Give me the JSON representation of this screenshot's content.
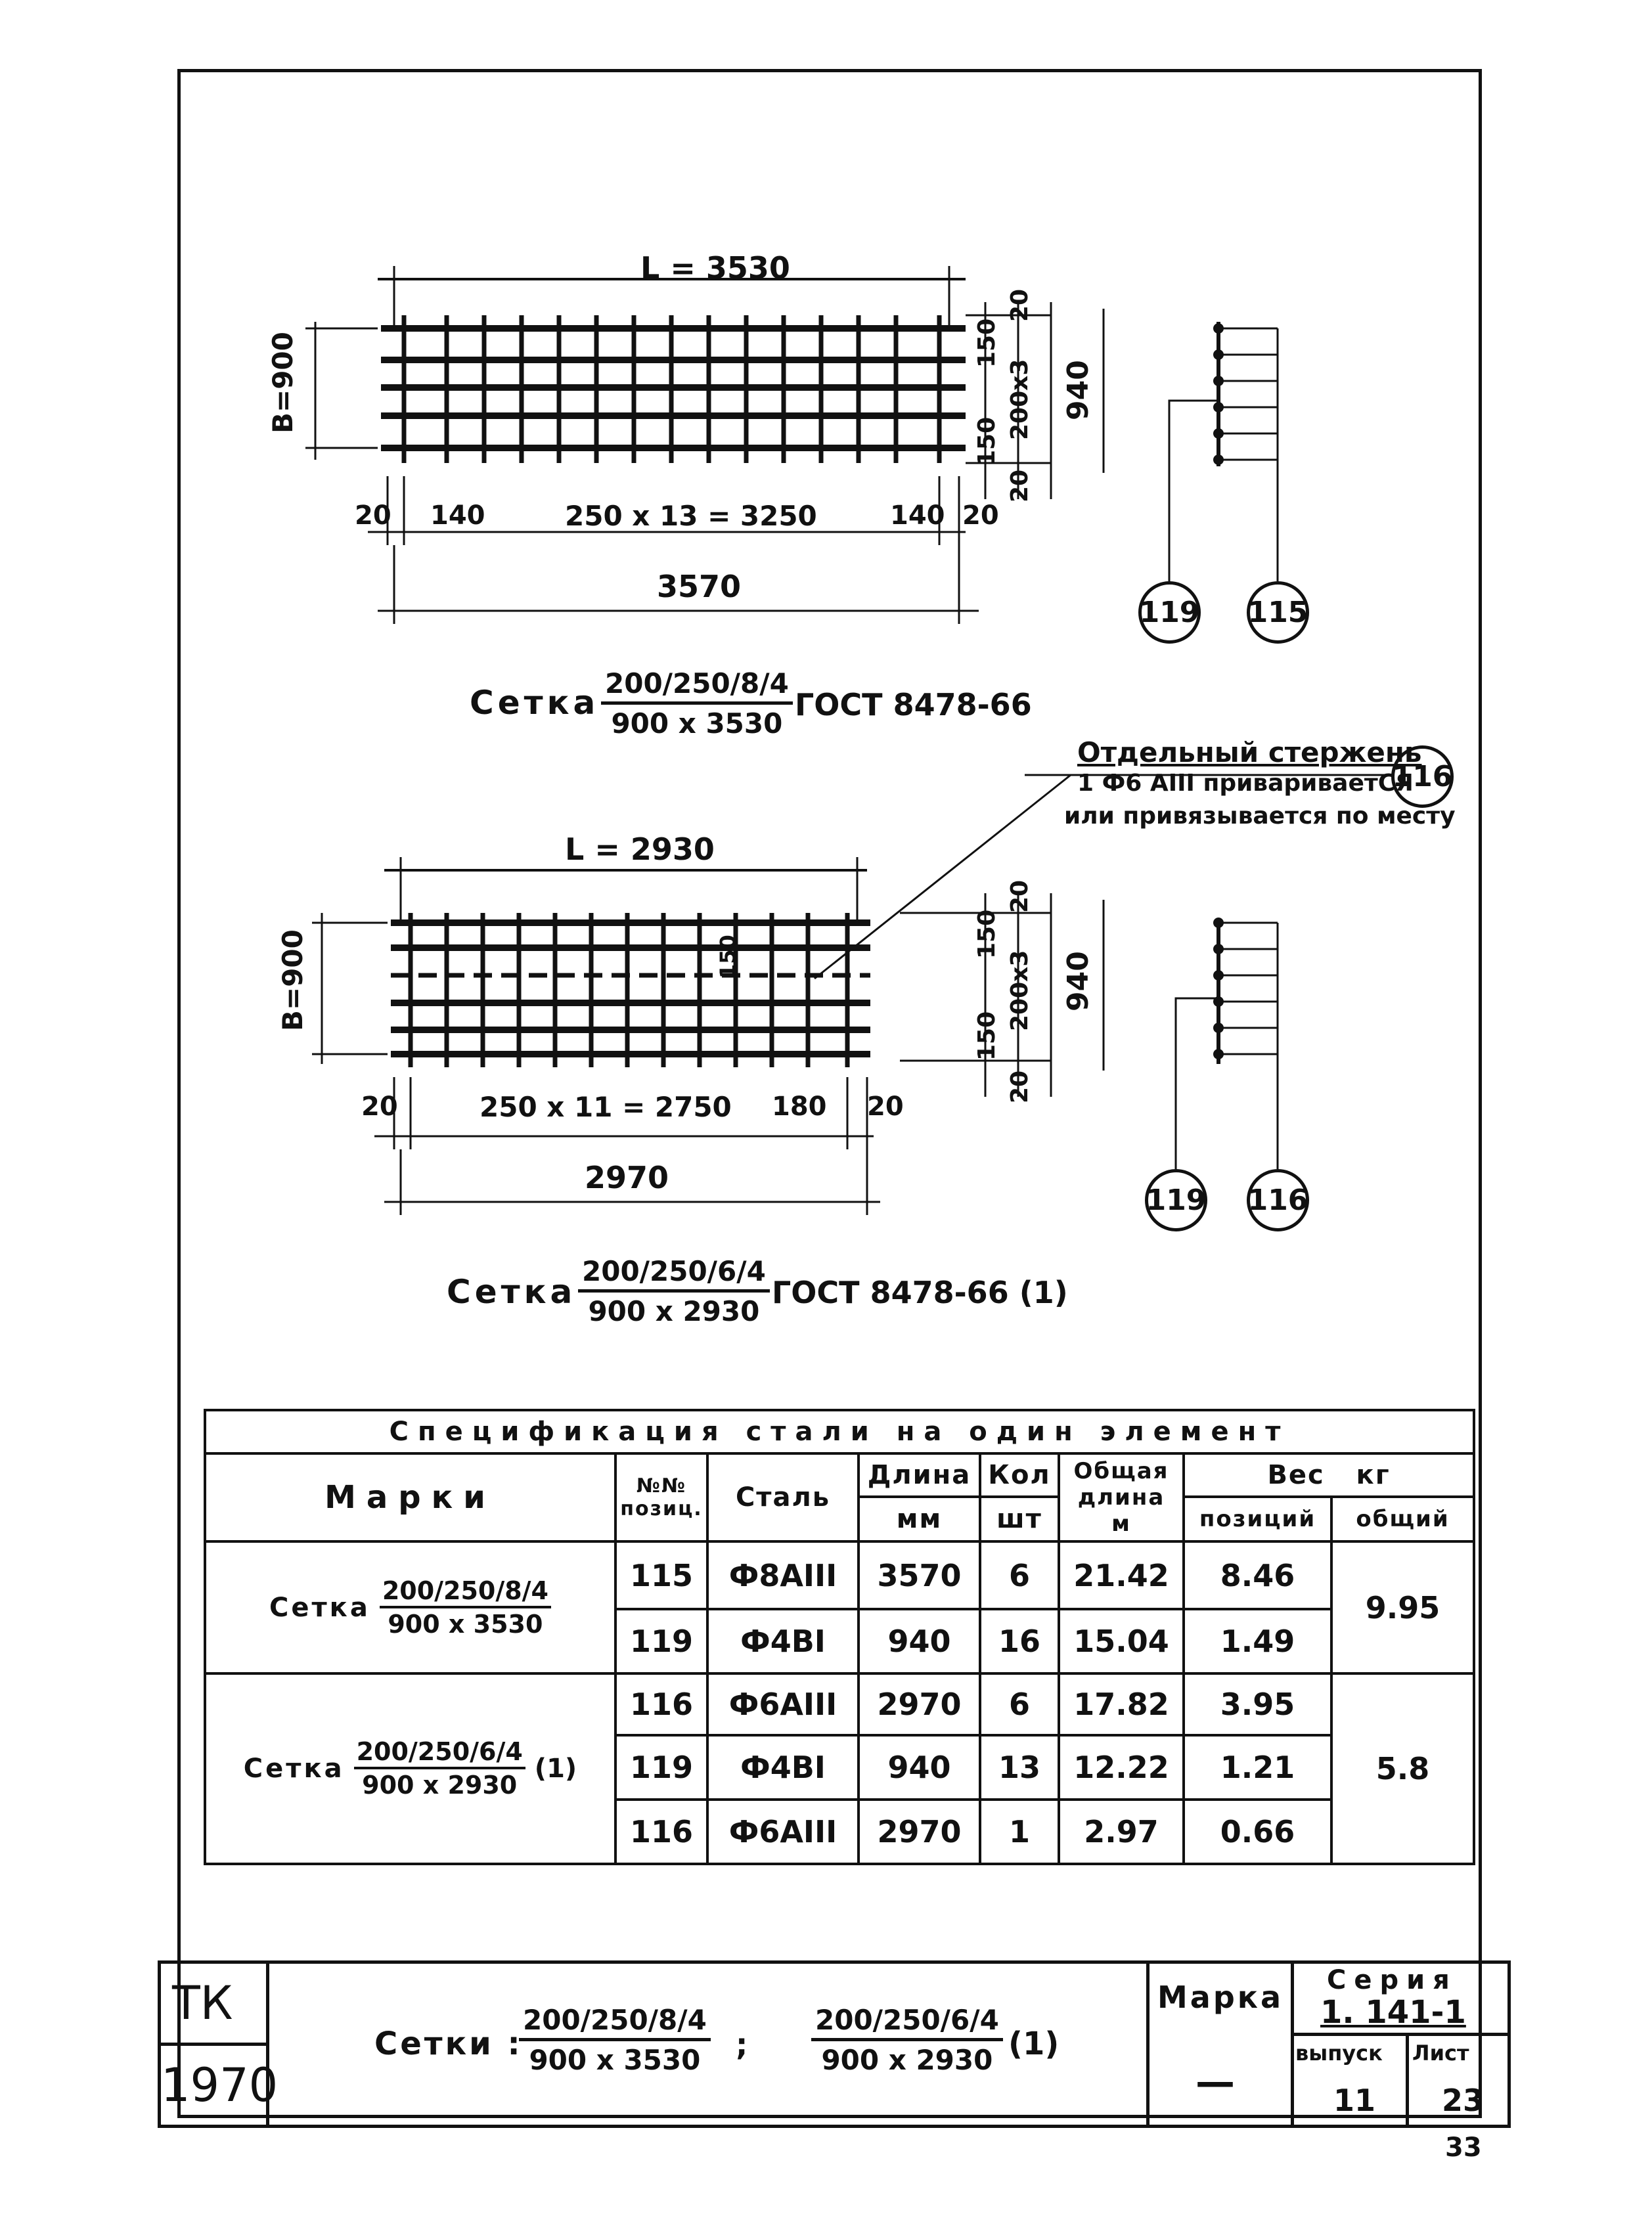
{
  "drawing1": {
    "length_label": "L = 3530",
    "width_label": "В=900",
    "right_dims": [
      "20",
      "150",
      "200х3",
      "150",
      "20"
    ],
    "total_height": "940",
    "bottom_dims": [
      "20",
      "140",
      "250 х 13 = 3250",
      "140",
      "20"
    ],
    "total_length": "3570",
    "positions": [
      "119",
      "115"
    ],
    "caption_prefix": "Сетка",
    "caption_num": "200/250/8/4",
    "caption_den": "900 х 3530",
    "caption_suffix": "ГОСТ 8478-66"
  },
  "note": {
    "line1": "Отдельный стержень",
    "line2": "1 Ф6 АIII привариваетСЯ",
    "line3": "или привязывается по месту",
    "position": "116"
  },
  "drawing2": {
    "length_label": "L = 2930",
    "width_label": "В=900",
    "inner_dim": "150",
    "right_dims": [
      "20",
      "150",
      "200х3",
      "150",
      "20"
    ],
    "total_height": "940",
    "bottom_dims": [
      "20",
      "250 х 11 = 2750",
      "180",
      "20"
    ],
    "total_length": "2970",
    "positions": [
      "119",
      "116"
    ],
    "caption_prefix": "Сетка",
    "caption_num": "200/250/6/4",
    "caption_den": "900 х 2930",
    "caption_suffix": "ГОСТ 8478-66 (1)"
  },
  "spec": {
    "title": "Спецификация стали на один элемент",
    "headers": {
      "mark": "Марки",
      "pos": "№№ позиц.",
      "steel": "Сталь",
      "length": "Длина",
      "length_unit": "мм",
      "qty": "Кол",
      "qty_unit": "шт",
      "total_length": "Общая длина",
      "total_length_unit": "м",
      "weight": "Вес   кг",
      "weight_pos": "позиций",
      "weight_total": "общий"
    },
    "groups": [
      {
        "mark_prefix": "Сетка",
        "mark_num": "200/250/8/4",
        "mark_den": "900 х 3530",
        "mark_suffix": "",
        "total": "9.95",
        "rows": [
          {
            "pos": "115",
            "steel": "Ф8АIII",
            "length": "3570",
            "qty": "6",
            "total_length": "21.42",
            "weight": "8.46"
          },
          {
            "pos": "119",
            "steel": "Ф4ВI",
            "length": "940",
            "qty": "16",
            "total_length": "15.04",
            "weight": "1.49"
          }
        ]
      },
      {
        "mark_prefix": "Сетка",
        "mark_num": "200/250/6/4",
        "mark_den": "900 х 2930",
        "mark_suffix": "(1)",
        "total": "5.8",
        "rows": [
          {
            "pos": "116",
            "steel": "Ф6АIII",
            "length": "2970",
            "qty": "6",
            "total_length": "17.82",
            "weight": "3.95"
          },
          {
            "pos": "119",
            "steel": "Ф4ВI",
            "length": "940",
            "qty": "13",
            "total_length": "12.22",
            "weight": "1.21"
          },
          {
            "pos": "116",
            "steel": "Ф6АIII",
            "length": "2970",
            "qty": "1",
            "total_length": "2.97",
            "weight": "0.66"
          }
        ]
      }
    ]
  },
  "titleblock": {
    "org": "ТК",
    "year": "1970",
    "title_prefix": "Сетки :",
    "title_num1": "200/250/8/4",
    "title_den1": "900 х 3530",
    "separator": ";",
    "title_num2": "200/250/6/4",
    "title_den2": "900 х 2930",
    "title_suffix": "(1)",
    "mark_label": "Марка",
    "mark_value": "—",
    "series_label": "Серия",
    "series_value": "1. 141-1",
    "issue_label": "выпуск",
    "issue_value": "11",
    "sheet_label": "Лист",
    "sheet_value": "23"
  },
  "page_number": "33"
}
